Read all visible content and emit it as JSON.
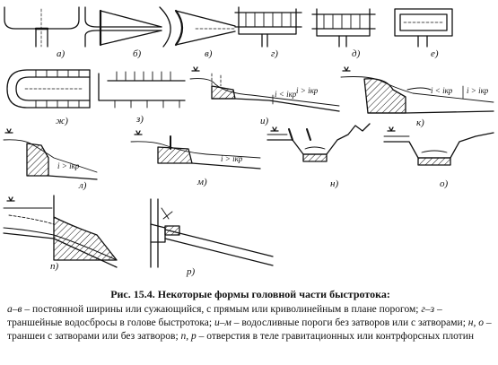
{
  "panels": [
    {
      "id": "a",
      "label": "а)"
    },
    {
      "id": "b",
      "label": "б)"
    },
    {
      "id": "v",
      "label": "в)"
    },
    {
      "id": "g",
      "label": "г)"
    },
    {
      "id": "d",
      "label": "д)"
    },
    {
      "id": "e",
      "label": "е)"
    },
    {
      "id": "zh",
      "label": "ж)"
    },
    {
      "id": "z",
      "label": "з)"
    },
    {
      "id": "i",
      "label": "и)"
    },
    {
      "id": "k",
      "label": "к)"
    },
    {
      "id": "l",
      "label": "л)"
    },
    {
      "id": "m",
      "label": "м)"
    },
    {
      "id": "n",
      "label": "н)"
    },
    {
      "id": "o",
      "label": "о)"
    },
    {
      "id": "p",
      "label": "п)"
    },
    {
      "id": "r",
      "label": "р)"
    }
  ],
  "slope_labels": {
    "i_lt": "i < iкр",
    "i_gt": "i > iкр",
    "k_lt": "i < iкр",
    "k_gt": "i > iкр",
    "l_gt": "i > iкр",
    "m_gt": "i > iкр"
  },
  "caption": {
    "title": "Рис. 15.4. Некоторые формы головной части быстротока:",
    "key1": "а–в",
    "text1": " – постоянной ширины или сужающийся, с прямым или криволинейным в плане порогом; ",
    "key2": "г–з",
    "text2": " – траншейные водосбросы в голове быстротока; ",
    "key3": "и–м",
    "text3": " – водосливные пороги без затворов или с затворами; ",
    "key4": "н, о",
    "text4": " – траншеи с затворами или без затворов; ",
    "key5": "п, р",
    "text5": " – отверстия в теле гравитационных или контрфорсных плотин"
  }
}
